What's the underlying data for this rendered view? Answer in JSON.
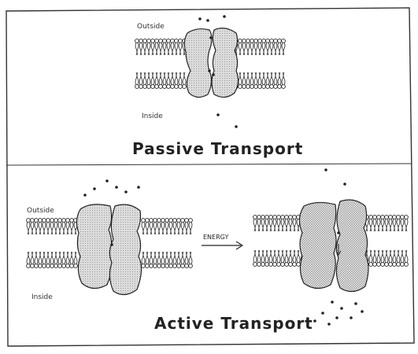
{
  "passive": {
    "outside_label": "Outside",
    "inside_label": "Inside",
    "title": "Passive Transport"
  },
  "active": {
    "outside_label": "Outside",
    "inside_label": "Inside",
    "energy_label": "ENERGY",
    "title": "Active Transport"
  },
  "colors": {
    "ink": "#222222",
    "protein_fill": "#d9d9d9",
    "page": "#ffffff"
  }
}
